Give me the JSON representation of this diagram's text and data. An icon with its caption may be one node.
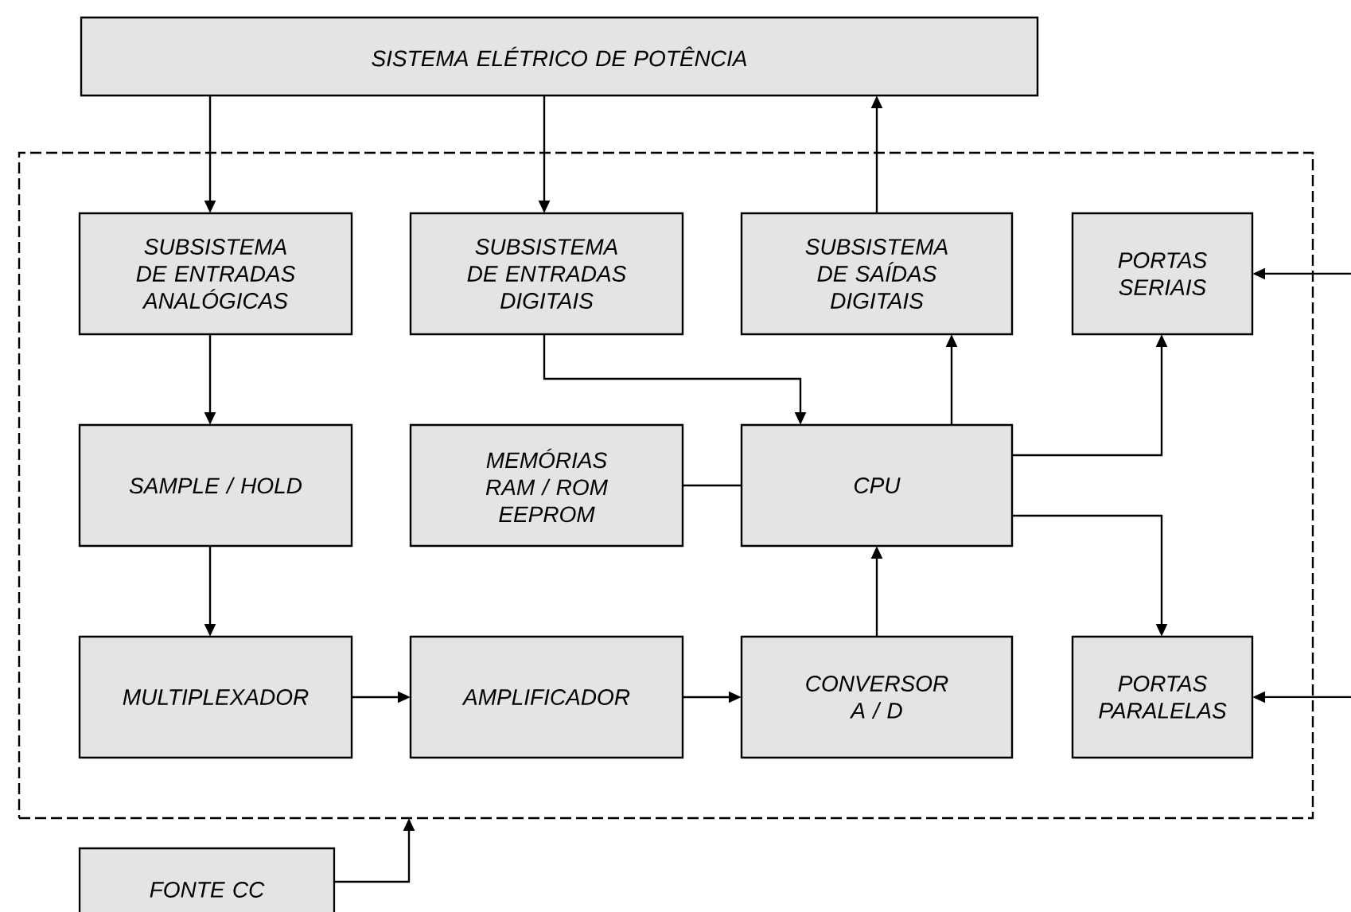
{
  "diagram": {
    "nodes": [
      {
        "text": [
          "SISTEMA ELÉTRICO DE POTÊNCIA"
        ]
      },
      {
        "text": [],
        "shape": "box"
      },
      {
        "text": [
          "SUBSISTEMA DE ENTRADAS ANALÓGICAS"
        ],
        "in": 1
      },
      {
        "text": [
          "SUBSISTEMA DE ENTRADAS DIGITAIS"
        ],
        "in": 1
      },
      {
        "text": [
          "SUBSISTEMA DE SAÍDAS DIGITAIS"
        ],
        "in": 1
      },
      {
        "text": [
          "PORTAS SERIAIS"
        ],
        "in": 1
      },
      {
        "text": [
          "SAMPLE / HOLD"
        ],
        "in": 1
      },
      {
        "text": [
          "MEMÓRIAS RAM / ROM EEPROM"
        ],
        "in": 1
      },
      {
        "text": [
          "CPU"
        ],
        "in": 1
      },
      {
        "text": [
          "MULTIPLEXADOR"
        ],
        "in": 1
      },
      {
        "text": [
          "AMPLIFICADOR"
        ],
        "in": 1
      },
      {
        "text": [
          "CONVERSOR A / D"
        ],
        "in": 1
      },
      {
        "text": [
          "PORTAS PARALELAS"
        ],
        "in": 1
      },
      {
        "text": [
          "FONTE CC"
        ]
      }
    ],
    "edges": [
      {
        "from": 0,
        "to": 2,
        "arrow": "to"
      },
      {
        "from": 0,
        "to": 3,
        "arrow": "to"
      },
      {
        "from": 4,
        "to": 0,
        "arrow": "to"
      },
      {
        "from": null,
        "to": 5,
        "arrow": "to"
      },
      {
        "from": 2,
        "to": 6,
        "arrow": "to"
      },
      {
        "from": 3,
        "to": 8,
        "arrow": "to"
      },
      {
        "from": 8,
        "to": 4,
        "arrow": "to"
      },
      {
        "from": 8,
        "to": 5,
        "arrow": "to"
      },
      {
        "from": 7,
        "to": 8,
        "arrow": "none"
      },
      {
        "from": 6,
        "to": 9,
        "arrow": "to"
      },
      {
        "from": 9,
        "to": 10,
        "arrow": "to"
      },
      {
        "from": 10,
        "to": 11,
        "arrow": "to"
      },
      {
        "from": 11,
        "to": 8,
        "arrow": "to"
      },
      {
        "from": 8,
        "to": 12,
        "arrow": "to"
      },
      {
        "from": null,
        "to": 12,
        "arrow": "to"
      },
      {
        "from": 13,
        "to": 1,
        "arrow": "to"
      }
    ]
  }
}
